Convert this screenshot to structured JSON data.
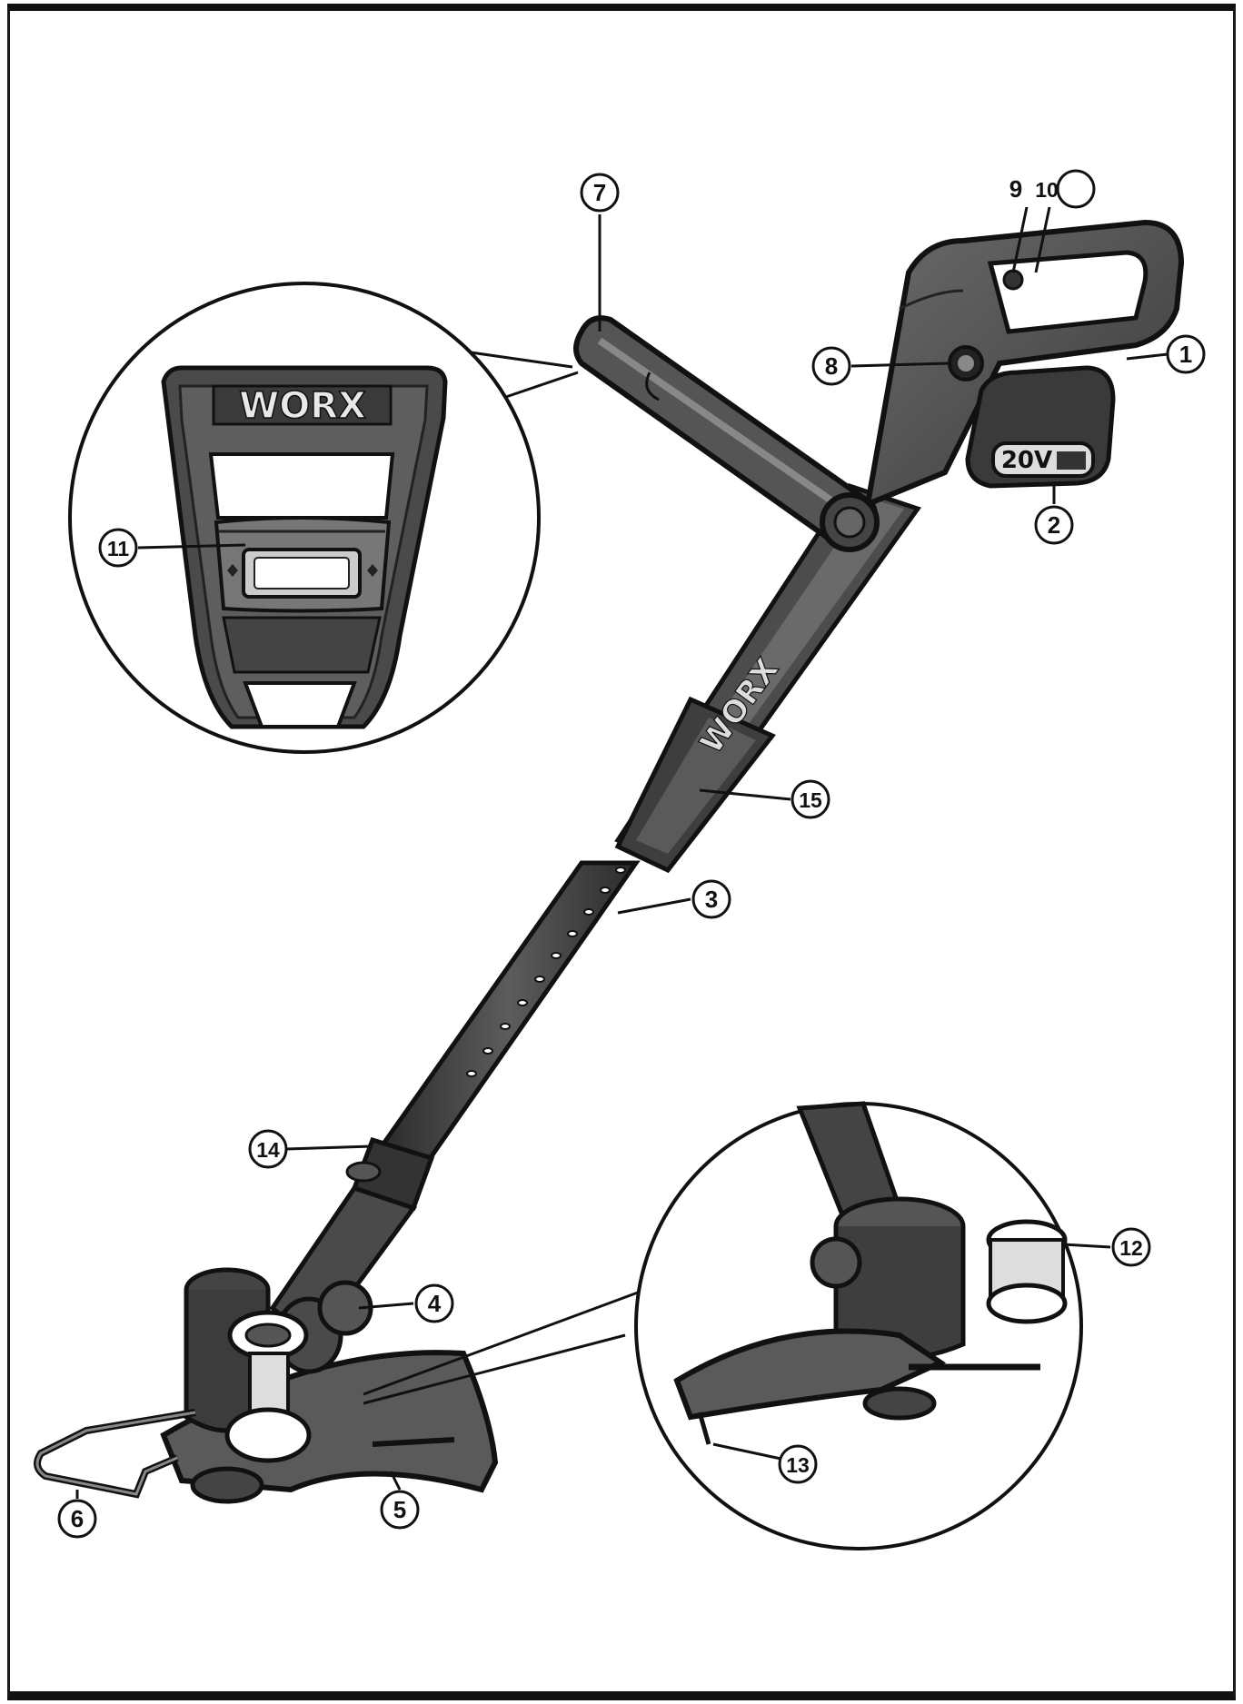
{
  "diagram": {
    "brand": "WORX",
    "battery_label": "20V",
    "callouts": [
      {
        "id": "c1",
        "label": "1"
      },
      {
        "id": "c2",
        "label": "2"
      },
      {
        "id": "c3",
        "label": "3"
      },
      {
        "id": "c4",
        "label": "4"
      },
      {
        "id": "c5",
        "label": "5"
      },
      {
        "id": "c6",
        "label": "6"
      },
      {
        "id": "c7",
        "label": "7"
      },
      {
        "id": "c8",
        "label": "8"
      },
      {
        "id": "c9",
        "label": "9"
      },
      {
        "id": "c10",
        "label": "10"
      },
      {
        "id": "c11",
        "label": "11"
      },
      {
        "id": "c12",
        "label": "12"
      },
      {
        "id": "c13",
        "label": "13"
      },
      {
        "id": "c14",
        "label": "14"
      },
      {
        "id": "c15",
        "label": "15"
      }
    ]
  },
  "colors": {
    "body_dark": "#3c3c3c",
    "body_mid": "#5a5a5a",
    "body_light": "#8a8a8a",
    "outline": "#111111",
    "background": "#ffffff"
  }
}
